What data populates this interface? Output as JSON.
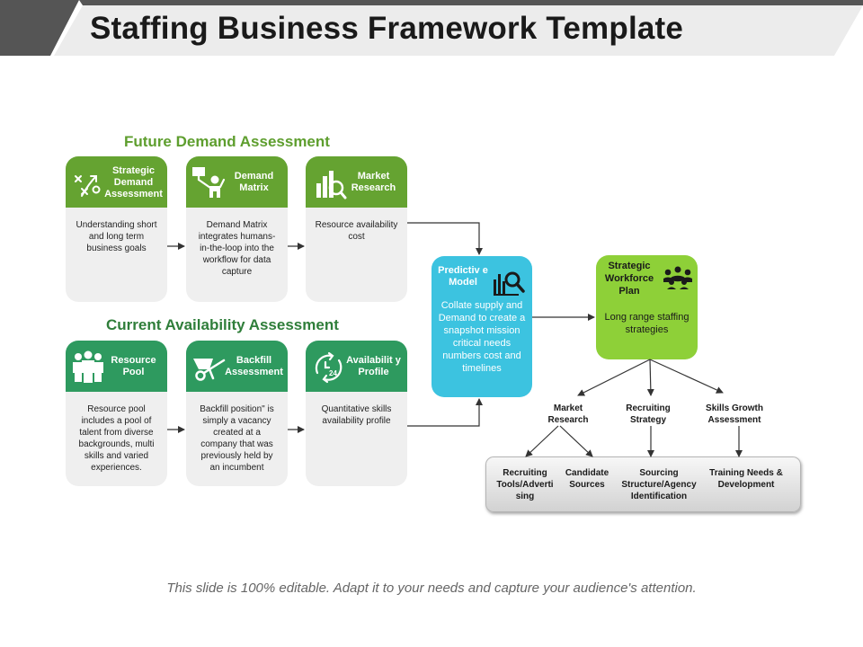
{
  "title": "Staffing Business Framework Template",
  "sections": {
    "future": "Future Demand Assessment",
    "current": "Current Availability Assessment"
  },
  "cards": [
    {
      "label": "Strategic Demand Assessment",
      "body": "Understanding short and long term business goals",
      "icon": "strategy-icon"
    },
    {
      "label": "Demand Matrix",
      "body": "Demand Matrix integrates humans-in-the-loop into the workflow for data capture",
      "icon": "presenter-icon"
    },
    {
      "label": "Market Research",
      "body": "Resource availability cost",
      "icon": "bar-chart-magnifier-icon"
    },
    {
      "label": "Resource Pool",
      "body": "Resource pool includes a pool of talent from diverse backgrounds, multi skills and varied experiences.",
      "icon": "people-group-icon"
    },
    {
      "label": "Backfill Assessment",
      "body": "Backfill position\" is simply a vacancy created at a company that was previously held by an incumbent",
      "icon": "wheelbarrow-icon"
    },
    {
      "label": "Availabilit y Profile",
      "body": "Quantitative skills availability profile",
      "icon": "24-hour-clock-icon"
    }
  ],
  "predictive": {
    "label": "Predictiv e Model",
    "body": "Collate supply and Demand to create a snapshot mission critical needs numbers cost and timelines",
    "icon": "chart-magnifier-icon"
  },
  "workforce": {
    "label": "Strategic Workforce Plan",
    "body": "Long range staffing strategies",
    "icon": "team-meeting-icon"
  },
  "branches": [
    "Market Research",
    "Recruiting Strategy",
    "Skills Growth Assessment"
  ],
  "outcomes": [
    "Recruiting Tools/Adverti sing",
    "Candidate Sources",
    "Sourcing Structure/Agency Identification",
    "Training Needs & Development"
  ],
  "footer": "This slide is 100% editable. Adapt it to your needs and capture your audience's attention.",
  "colors": {
    "future_header": "#65a331",
    "current_header": "#2e9a5f",
    "predictive": "#3cc3e0",
    "workforce": "#8ed038",
    "card_body": "#efefef"
  }
}
